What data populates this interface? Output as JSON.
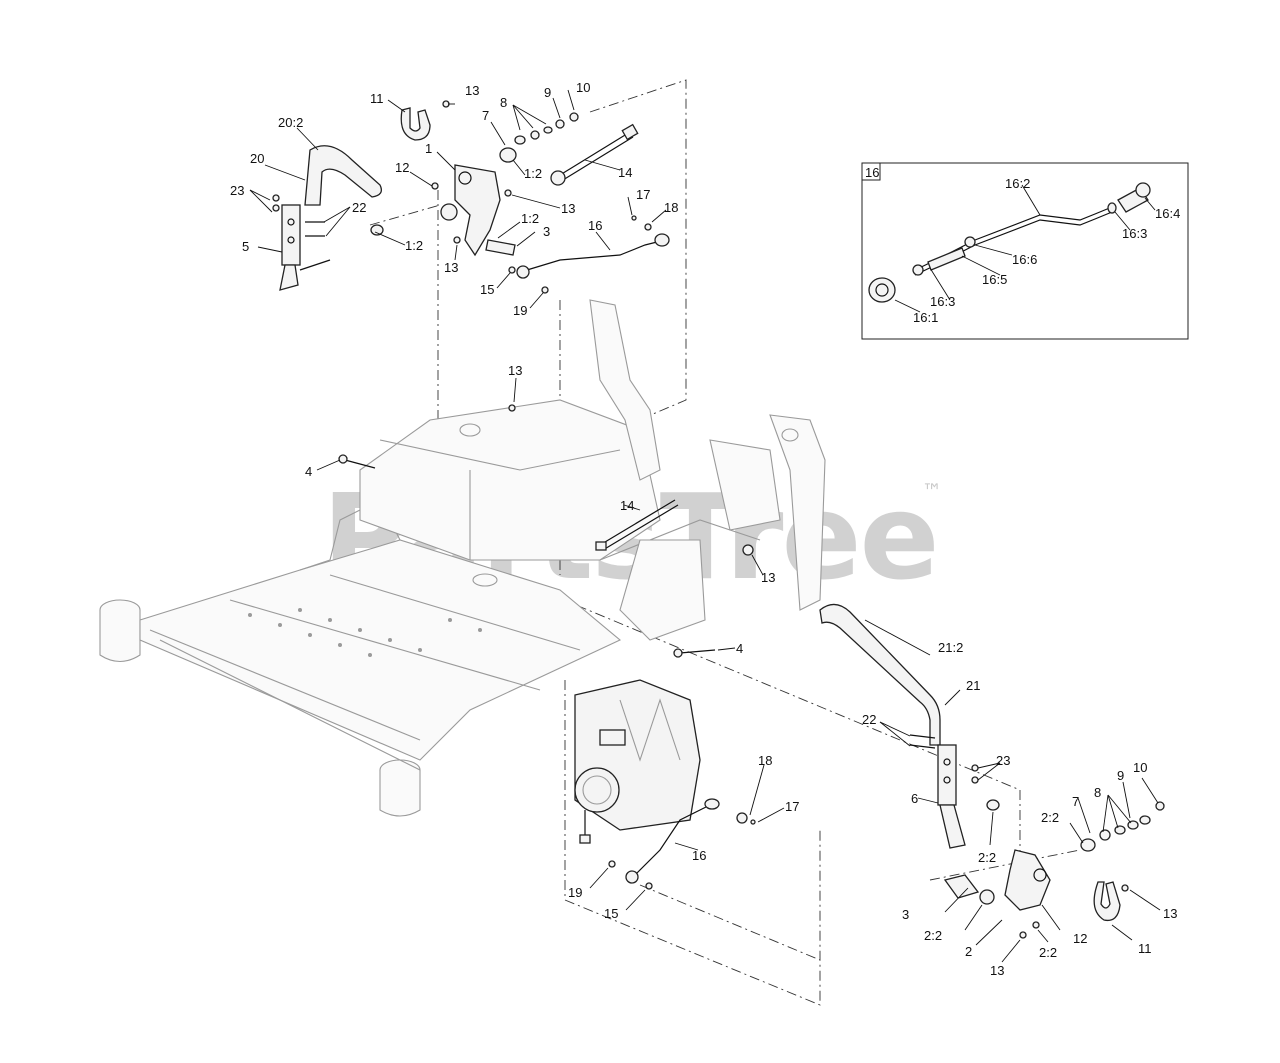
{
  "watermark": {
    "text": "PartsTree",
    "mark": "™"
  },
  "inset": {
    "tag": "16"
  },
  "callouts": {
    "c1": "1",
    "c2": "2",
    "c3a": "3",
    "c3b": "3",
    "c4a": "4",
    "c4b": "4",
    "c5": "5",
    "c6": "6",
    "c7a": "7",
    "c7b": "7",
    "c8a": "8",
    "c8b": "8",
    "c9a": "9",
    "c9b": "9",
    "c10a": "10",
    "c10b": "10",
    "c11a": "11",
    "c11b": "11",
    "c12a": "12",
    "c12b": "12",
    "c13a": "13",
    "c13b": "13",
    "c13c": "13",
    "c13d": "13",
    "c13e": "13",
    "c13f": "13",
    "c13g": "13",
    "c14a": "14",
    "c14b": "14",
    "c15a": "15",
    "c15b": "15",
    "c16a": "16",
    "c16b": "16",
    "c17a": "17",
    "c17b": "17",
    "c18a": "18",
    "c18b": "18",
    "c19a": "19",
    "c19b": "19",
    "c20": "20",
    "c20_2": "20:2",
    "c21": "21",
    "c21_2": "21:2",
    "c22a": "22",
    "c22b": "22",
    "c23a": "23",
    "c23b": "23",
    "c1_2a": "1:2",
    "c1_2b": "1:2",
    "c1_2c": "1:2",
    "c2_2a": "2:2",
    "c2_2b": "2:2",
    "c2_2c": "2:2",
    "c2_2d": "2:2",
    "c16_1": "16:1",
    "c16_2": "16:2",
    "c16_3a": "16:3",
    "c16_3b": "16:3",
    "c16_4": "16:4",
    "c16_5": "16:5",
    "c16_6": "16:6"
  }
}
